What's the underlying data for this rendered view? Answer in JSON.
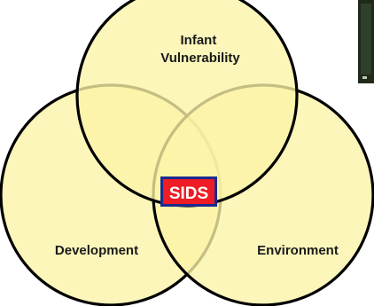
{
  "diagram": {
    "circles": [
      {
        "id": "top",
        "label_lines": [
          "Infant",
          "Vulnerability"
        ]
      },
      {
        "id": "left",
        "label_lines": [
          "Development"
        ]
      },
      {
        "id": "right",
        "label_lines": [
          "Environment"
        ]
      }
    ],
    "center": {
      "text": "SIDS"
    },
    "colors": {
      "circle_fill": "#fbf3a6",
      "circle_stroke": "#000000",
      "center_fill": "#ee1c24",
      "center_border": "#1b2a8f",
      "center_text": "#ffffff",
      "thumbnail_bg": "#1f2a1c"
    }
  }
}
